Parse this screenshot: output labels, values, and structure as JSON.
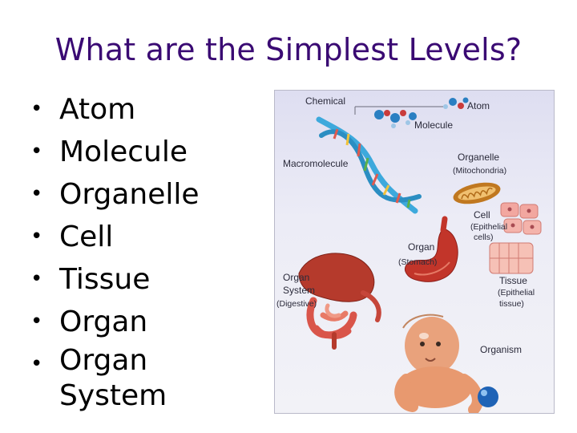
{
  "slide": {
    "title": "What are the Simplest Levels?",
    "bullets": [
      "Atom",
      "Molecule",
      "Organelle",
      "Cell",
      "Tissue",
      "Organ",
      "Organ System"
    ],
    "bullet_glyph": "•"
  },
  "figure": {
    "labels": {
      "chemical": "Chemical",
      "atom": "Atom",
      "molecule": "Molecule",
      "macromolecule": "Macromolecule",
      "organelle": "Organelle",
      "organelle_sub": "(Mitochondria)",
      "cell": "Cell",
      "cell_sub_1": "(Epithelial",
      "cell_sub_2": "cells)",
      "organ": "Organ",
      "organ_sub": "(Stomach)",
      "organ_system_1": "Organ",
      "organ_system_2": "System",
      "organ_system_sub": "(Digestive)",
      "tissue": "Tissue",
      "tissue_sub_1": "(Epithelial",
      "tissue_sub_2": "tissue)",
      "organism": "Organism"
    },
    "colors": {
      "title": "#3a0a73",
      "dna_blue": "#3da9dc",
      "atom_blue": "#2a7fc2",
      "mitochondria": "#c07820",
      "cell_pink": "#f2a7a0",
      "organ_red": "#c2352a",
      "skin": "#e9a27c"
    }
  }
}
